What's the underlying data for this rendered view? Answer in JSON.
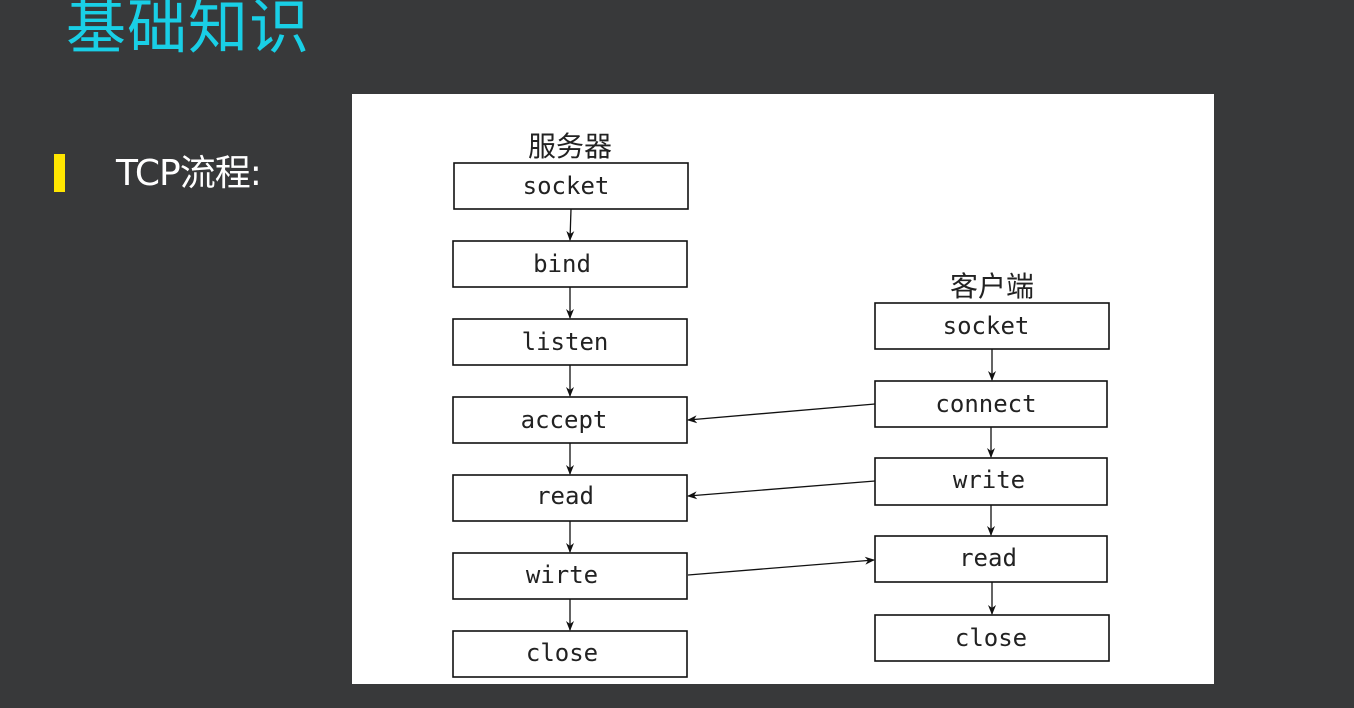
{
  "page_title": "基础知识",
  "bullet": {
    "label": "TCP流程:",
    "marker_color": "#ffe600"
  },
  "accent_color": "#19cfe6",
  "background_color": "#38393a",
  "diagram": {
    "server": {
      "title": "服务器",
      "steps": [
        "socket",
        "bind",
        "listen",
        "accept",
        "read",
        "wirte",
        "close"
      ]
    },
    "client": {
      "title": "客户端",
      "steps": [
        "socket",
        "connect",
        "write",
        "read",
        "close"
      ]
    }
  }
}
